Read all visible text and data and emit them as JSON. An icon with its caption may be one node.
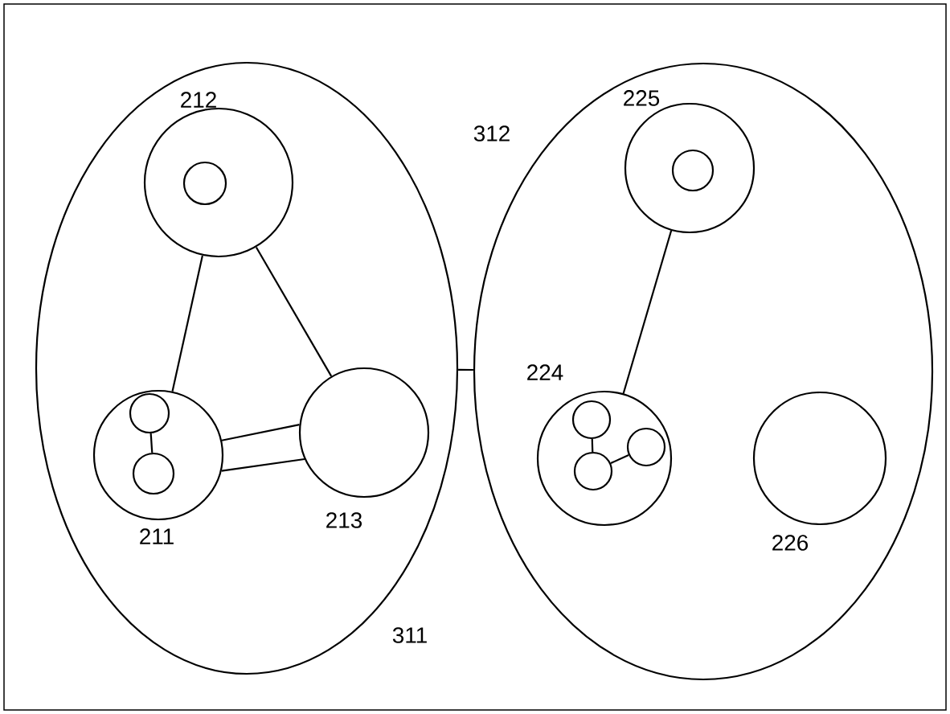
{
  "diagram": {
    "nodes": [
      {
        "text": [
          "311"
        ]
      },
      {
        "text": [
          "212"
        ],
        "in": 0
      },
      {
        "text": [],
        "shape": "circle",
        "in": 1
      },
      {
        "text": [
          "211"
        ],
        "in": 0
      },
      {
        "text": [],
        "shape": "circle",
        "in": 3
      },
      {
        "text": [],
        "shape": "circle",
        "in": 3
      },
      {
        "text": [
          "213"
        ],
        "in": 0
      },
      {
        "text": [
          "312"
        ]
      },
      {
        "text": [
          "225"
        ],
        "in": 7
      },
      {
        "text": [],
        "shape": "circle",
        "in": 8
      },
      {
        "text": [
          "224"
        ],
        "in": 7
      },
      {
        "text": [],
        "shape": "circle",
        "in": 10
      },
      {
        "text": [],
        "shape": "circle",
        "in": 10
      },
      {
        "text": [],
        "shape": "circle",
        "in": 10
      },
      {
        "text": [
          "226"
        ],
        "in": 7
      }
    ],
    "edges": [
      {
        "from": 1,
        "to": 3,
        "arrow": "none"
      },
      {
        "from": 1,
        "to": 6,
        "arrow": "none"
      },
      {
        "from": 3,
        "to": 6,
        "arrow": "none"
      },
      {
        "from": 3,
        "to": 6,
        "arrow": "none"
      },
      {
        "from": 4,
        "to": 5,
        "arrow": "none"
      },
      {
        "from": 0,
        "to": 7,
        "arrow": "none"
      },
      {
        "from": 8,
        "to": 10,
        "arrow": "none"
      },
      {
        "from": 11,
        "to": 13,
        "arrow": "none"
      },
      {
        "from": 13,
        "to": 12,
        "arrow": "none"
      }
    ]
  }
}
